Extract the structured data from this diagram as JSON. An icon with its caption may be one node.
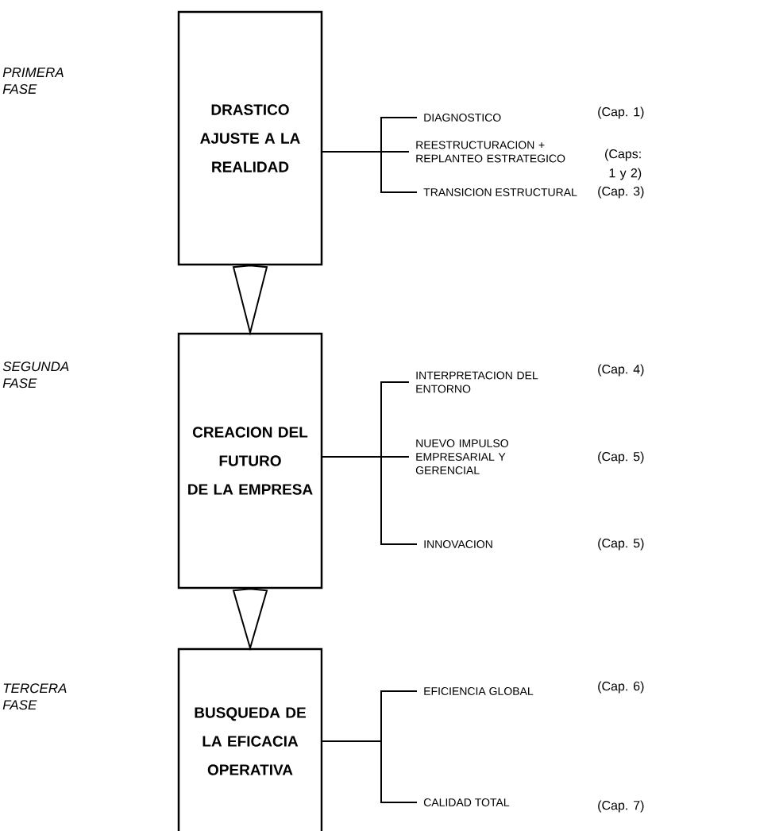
{
  "diagram": {
    "nodes": [
      {
        "text": [
          "DRASTICO AJUSTE A LA REALIDAD"
        ]
      },
      {
        "text": [
          "CREACION DEL FUTURO DE LA EMPRESA"
        ]
      },
      {
        "text": [
          "BUSQUEDA DE LA EFICACIA OPERATIVA"
        ]
      },
      {
        "text": [
          "DIAGNOSTICO"
        ]
      },
      {
        "text": [
          "REESTRUCTURACION + REPLANTEO ESTRATEGICO"
        ]
      },
      {
        "text": [
          "TRANSICION ESTRUCTURAL"
        ]
      },
      {
        "text": [
          "INTERPRETACION DEL ENTORNO"
        ]
      },
      {
        "text": [
          "NUEVO IMPULSO EMPRESARIAL Y GERENCIAL"
        ]
      },
      {
        "text": [
          "INNOVACION"
        ]
      },
      {
        "text": [
          "EFICIENCIA GLOBAL"
        ]
      },
      {
        "text": [
          "CALIDAD TOTAL"
        ]
      }
    ],
    "edges": [
      {
        "from": 0,
        "to": 1,
        "arrow": "to"
      },
      {
        "from": 1,
        "to": 2,
        "arrow": "to"
      },
      {
        "from": 0,
        "to": 3,
        "arrow": "none"
      },
      {
        "from": 0,
        "to": 4,
        "arrow": "none"
      },
      {
        "from": 0,
        "to": 5,
        "arrow": "none"
      },
      {
        "from": 1,
        "to": 6,
        "arrow": "none"
      },
      {
        "from": 1,
        "to": 7,
        "arrow": "none"
      },
      {
        "from": 1,
        "to": 8,
        "arrow": "none"
      },
      {
        "from": 2,
        "to": 9,
        "arrow": "none"
      },
      {
        "from": 2,
        "to": 10,
        "arrow": "none"
      }
    ],
    "labels": [
      "PRIMERA FASE",
      "(Cap. 1)",
      "(Caps: 1 y 2)",
      "(Cap. 3)",
      "SEGUNDA FASE",
      "(Cap. 4)",
      "(Cap. 5)",
      "(Cap. 5)",
      "TERCERA FASE",
      "(Cap. 6)",
      "(Cap. 7)"
    ]
  }
}
